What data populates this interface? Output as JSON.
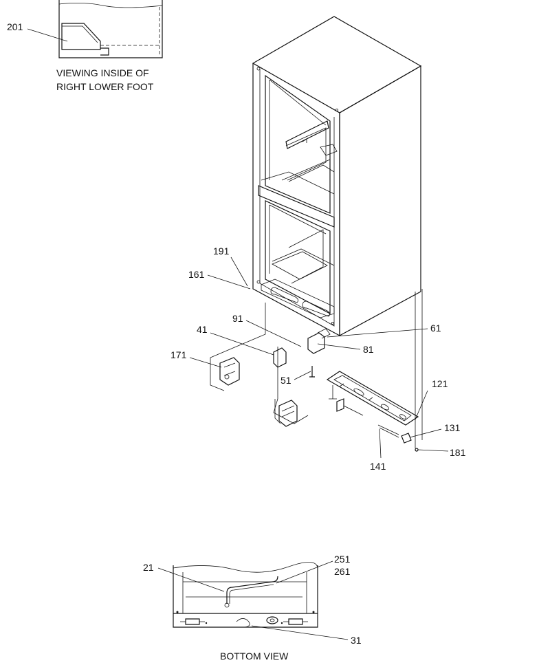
{
  "captions": {
    "inset_line1": "VIEWING INSIDE OF",
    "inset_line2": "RIGHT LOWER FOOT",
    "bottom_view": "BOTTOM VIEW"
  },
  "callouts": {
    "c201": "201",
    "c191": "191",
    "c161": "161",
    "c91": "91",
    "c41": "41",
    "c171": "171",
    "c61": "61",
    "c81": "81",
    "c51": "51",
    "c121": "121",
    "c131": "131",
    "c181": "181",
    "c141": "141",
    "c21": "21",
    "c251": "251",
    "c261": "261",
    "c31": "31"
  }
}
